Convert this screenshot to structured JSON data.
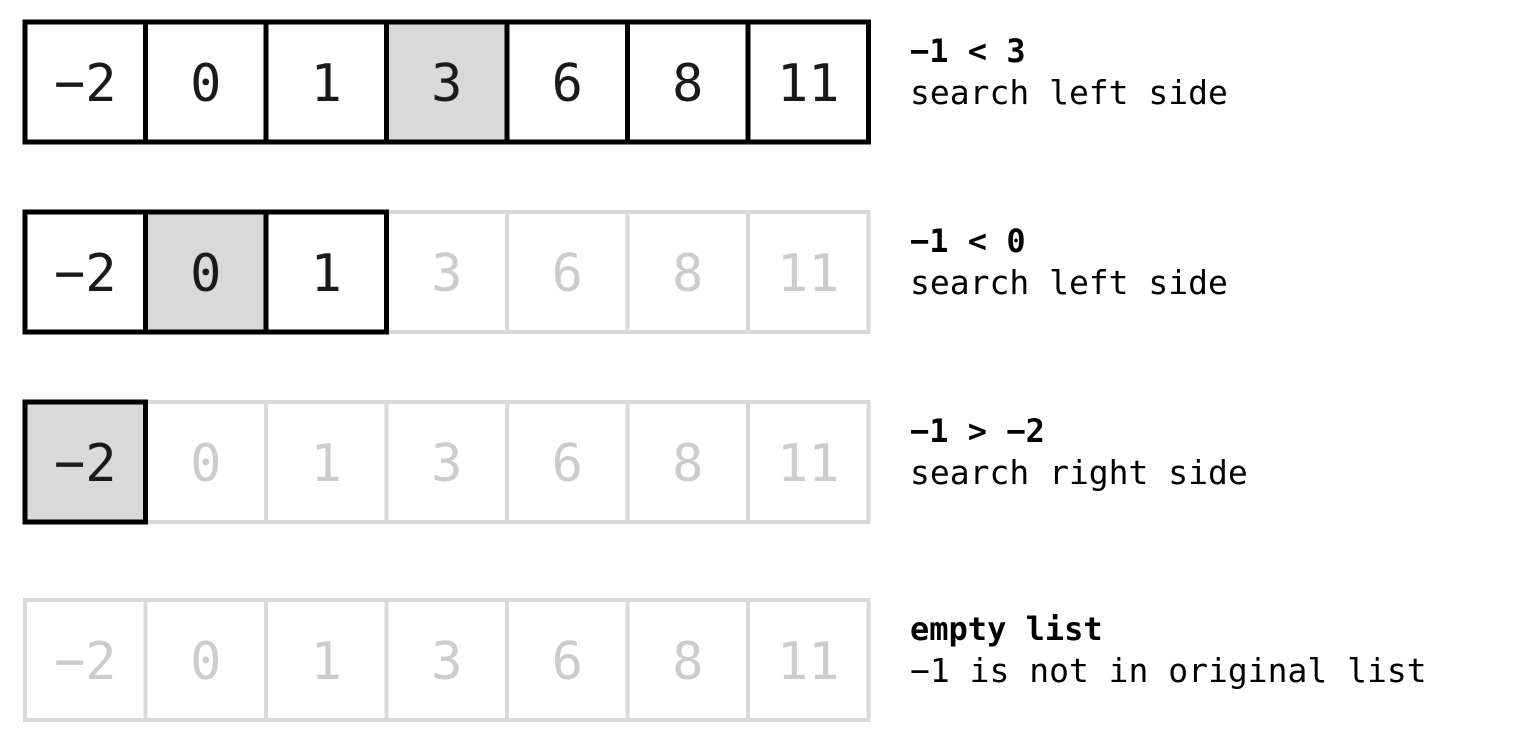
{
  "values": [
    "−2",
    "0",
    "1",
    "3",
    "6",
    "8",
    "11"
  ],
  "colors": {
    "active_border": "#000000",
    "active_text": "#1a1a1a",
    "inactive_border": "#d9d9d9",
    "inactive_text": "#cccccc",
    "highlight_fill": "#d9d9d9",
    "normal_fill": "#ffffff"
  },
  "steps": [
    {
      "active_range": [
        0,
        6
      ],
      "highlight_index": 3,
      "caption_bold": "−1 < 3",
      "caption_text": "search left side"
    },
    {
      "active_range": [
        0,
        2
      ],
      "highlight_index": 1,
      "caption_bold": "−1 < 0",
      "caption_text": "search left side"
    },
    {
      "active_range": [
        0,
        0
      ],
      "highlight_index": 0,
      "caption_bold": "−1 > −2",
      "caption_text": "search right side"
    },
    {
      "active_range": null,
      "highlight_index": null,
      "caption_bold": "empty list",
      "caption_text": "−1 is not in original list"
    }
  ]
}
